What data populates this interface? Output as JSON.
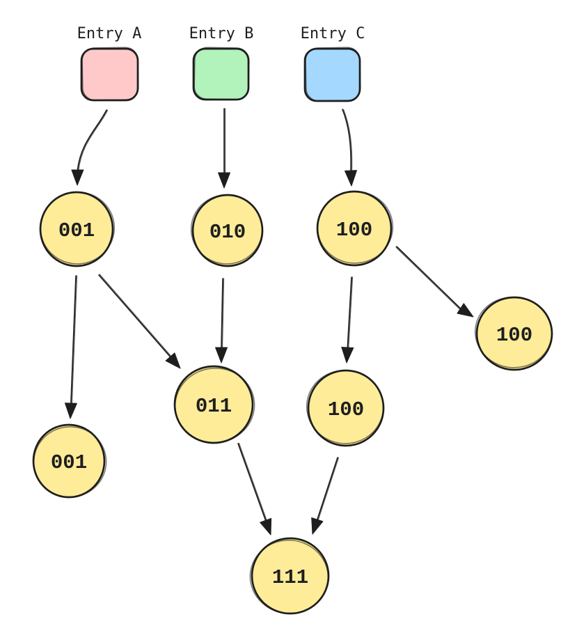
{
  "diagram": {
    "background": "#ffffff",
    "stroke": "#1e1e1e",
    "text_color": "#1e1e1e",
    "node_fill": "#ffec99",
    "entries": [
      {
        "id": "entry-a",
        "label": "Entry A",
        "color": "#ffc9c9"
      },
      {
        "id": "entry-b",
        "label": "Entry B",
        "color": "#b2f2bb"
      },
      {
        "id": "entry-c",
        "label": "Entry C",
        "color": "#a5d8ff"
      }
    ],
    "nodes": [
      {
        "id": "node-001-row1",
        "label": "001"
      },
      {
        "id": "node-010-row1",
        "label": "010"
      },
      {
        "id": "node-100-row1",
        "label": "100"
      },
      {
        "id": "node-100-right",
        "label": "100"
      },
      {
        "id": "node-011-row2",
        "label": "011"
      },
      {
        "id": "node-100-row2",
        "label": "100"
      },
      {
        "id": "node-001-row2",
        "label": "001"
      },
      {
        "id": "node-111-row3",
        "label": "111"
      }
    ],
    "edges": [
      {
        "from": "entry-a",
        "to": "node-001-row1"
      },
      {
        "from": "entry-b",
        "to": "node-010-row1"
      },
      {
        "from": "entry-c",
        "to": "node-100-row1"
      },
      {
        "from": "node-001-row1",
        "to": "node-001-row2"
      },
      {
        "from": "node-001-row1",
        "to": "node-011-row2"
      },
      {
        "from": "node-010-row1",
        "to": "node-011-row2"
      },
      {
        "from": "node-100-row1",
        "to": "node-100-row2"
      },
      {
        "from": "node-100-row1",
        "to": "node-100-right"
      },
      {
        "from": "node-011-row2",
        "to": "node-111-row3"
      },
      {
        "from": "node-100-row2",
        "to": "node-111-row3"
      }
    ]
  }
}
